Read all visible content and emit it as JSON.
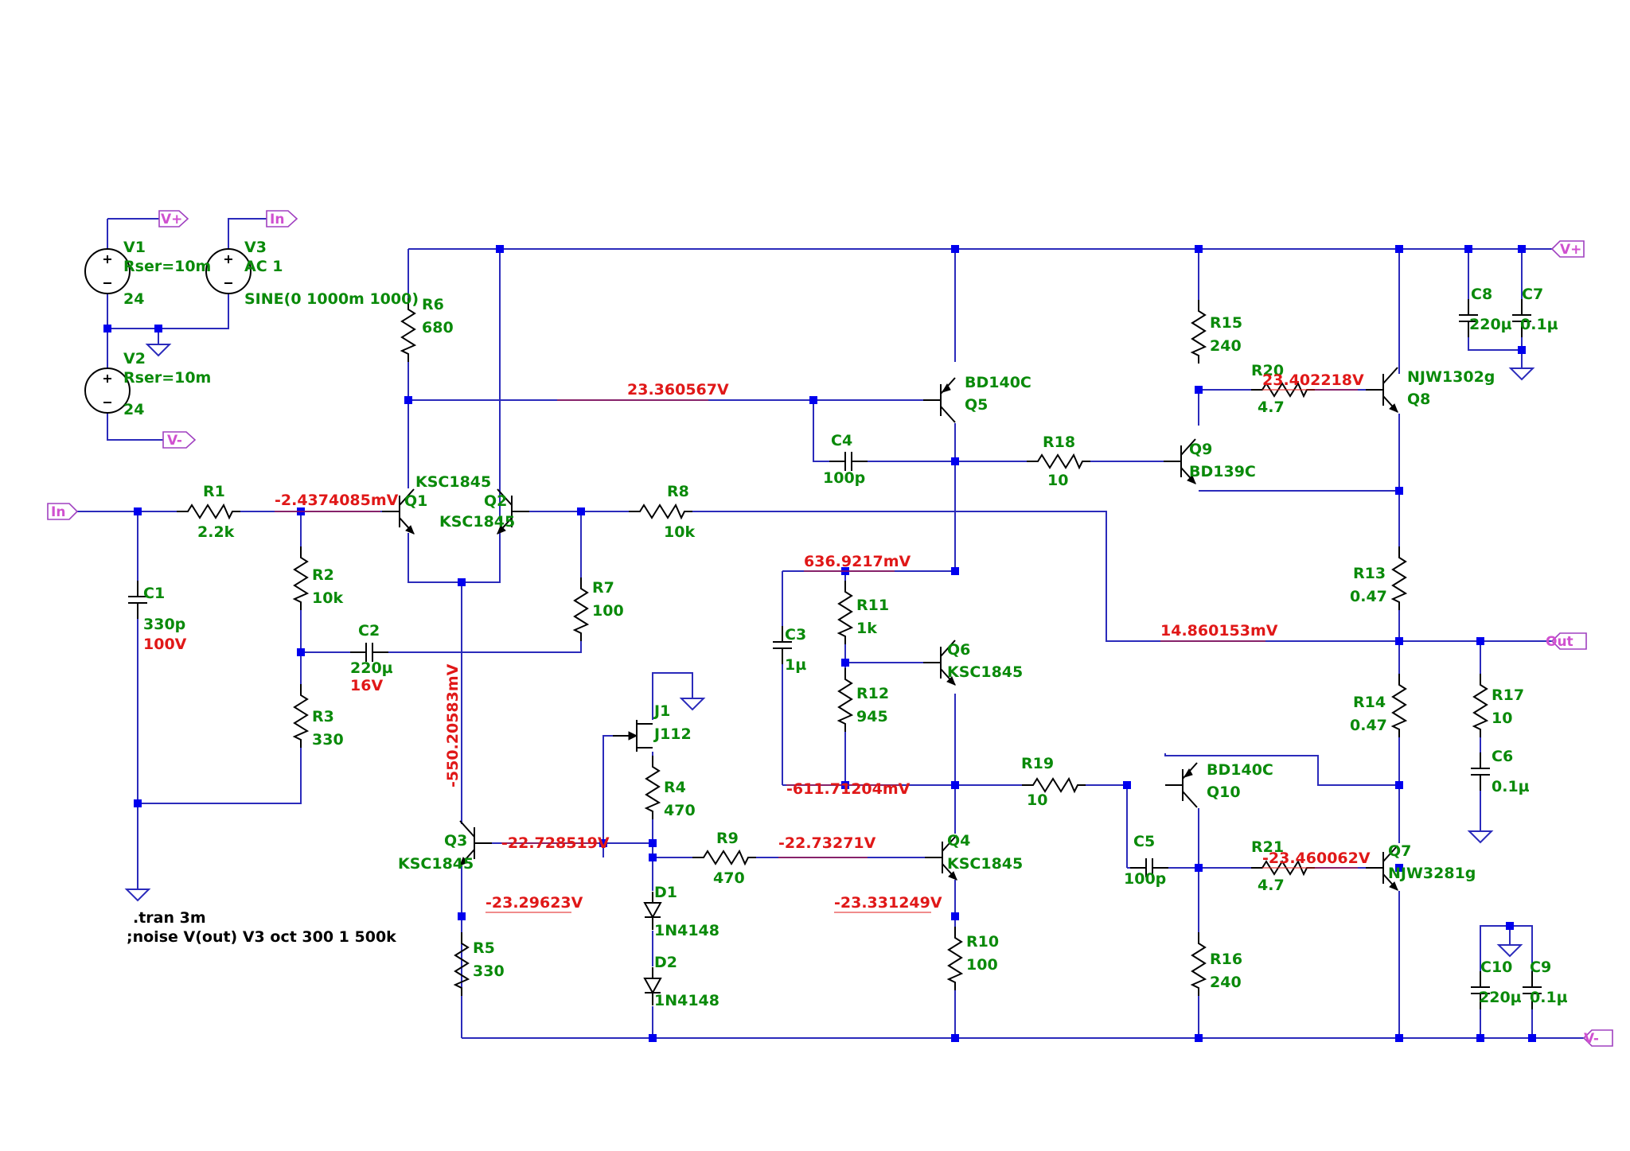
{
  "sources": [
    {
      "ref": "V1",
      "param": "Rser=10m",
      "value": "24"
    },
    {
      "ref": "V2",
      "param": "Rser=10m",
      "value": "24"
    },
    {
      "ref": "V3",
      "param": "AC 1",
      "value": "SINE(0 1000m 1000)"
    }
  ],
  "nets": {
    "vplus": "V+",
    "vminus": "V-",
    "in": "In",
    "out": "Out"
  },
  "resistors": [
    {
      "ref": "R1",
      "value": "2.2k"
    },
    {
      "ref": "R2",
      "value": "10k"
    },
    {
      "ref": "R3",
      "value": "330"
    },
    {
      "ref": "R4",
      "value": "470"
    },
    {
      "ref": "R5",
      "value": "330"
    },
    {
      "ref": "R6",
      "value": "680"
    },
    {
      "ref": "R7",
      "value": "100"
    },
    {
      "ref": "R8",
      "value": "10k"
    },
    {
      "ref": "R9",
      "value": "470"
    },
    {
      "ref": "R10",
      "value": "100"
    },
    {
      "ref": "R11",
      "value": "1k"
    },
    {
      "ref": "R12",
      "value": "945"
    },
    {
      "ref": "R13",
      "value": "0.47"
    },
    {
      "ref": "R14",
      "value": "0.47"
    },
    {
      "ref": "R15",
      "value": "240"
    },
    {
      "ref": "R16",
      "value": "240"
    },
    {
      "ref": "R17",
      "value": "10"
    },
    {
      "ref": "R18",
      "value": "10"
    },
    {
      "ref": "R19",
      "value": "10"
    },
    {
      "ref": "R20",
      "value": "4.7"
    },
    {
      "ref": "R21",
      "value": "4.7"
    }
  ],
  "capacitors": [
    {
      "ref": "C1",
      "value": "330p",
      "rating": "100V"
    },
    {
      "ref": "C2",
      "value": "220µ",
      "rating": "16V"
    },
    {
      "ref": "C3",
      "value": "1µ"
    },
    {
      "ref": "C4",
      "value": "100p"
    },
    {
      "ref": "C5",
      "value": "100p"
    },
    {
      "ref": "C6",
      "value": "0.1µ"
    },
    {
      "ref": "C7",
      "value": "0.1µ"
    },
    {
      "ref": "C8",
      "value": "220µ"
    },
    {
      "ref": "C9",
      "value": "0.1µ"
    },
    {
      "ref": "C10",
      "value": "220µ"
    }
  ],
  "transistors": [
    {
      "ref": "Q1",
      "model": "KSC1845"
    },
    {
      "ref": "Q2",
      "model": "KSC1845"
    },
    {
      "ref": "Q3",
      "model": "KSC1845"
    },
    {
      "ref": "Q4",
      "model": "KSC1845"
    },
    {
      "ref": "Q5",
      "model": "BD140C"
    },
    {
      "ref": "Q6",
      "model": "KSC1845"
    },
    {
      "ref": "Q7",
      "model": "NJW3281g"
    },
    {
      "ref": "Q8",
      "model": "NJW1302g"
    },
    {
      "ref": "Q9",
      "model": "BD139C"
    },
    {
      "ref": "Q10",
      "model": "BD140C"
    },
    {
      "ref": "J1",
      "model": "J112"
    }
  ],
  "diodes": [
    {
      "ref": "D1",
      "model": "1N4148"
    },
    {
      "ref": "D2",
      "model": "1N4148"
    }
  ],
  "operating_points": [
    "-2.4374085mV",
    "23.360567V",
    "23.402218V",
    "636.9217mV",
    "14.860153mV",
    "-550.20583mV",
    "-611.71204mV",
    "-22.728519V",
    "-22.73271V",
    "-23.29623V",
    "-23.331249V",
    "-23.460062V"
  ],
  "directives": [
    ".tran 3m",
    ";noise V(out) V3 oct 300 1 500k"
  ],
  "colors": {
    "wire": "#2b2bbb",
    "label": "#0a8a0a",
    "op_point": "#e01818",
    "flag": "#d050d0",
    "junction": "#0000ee"
  }
}
